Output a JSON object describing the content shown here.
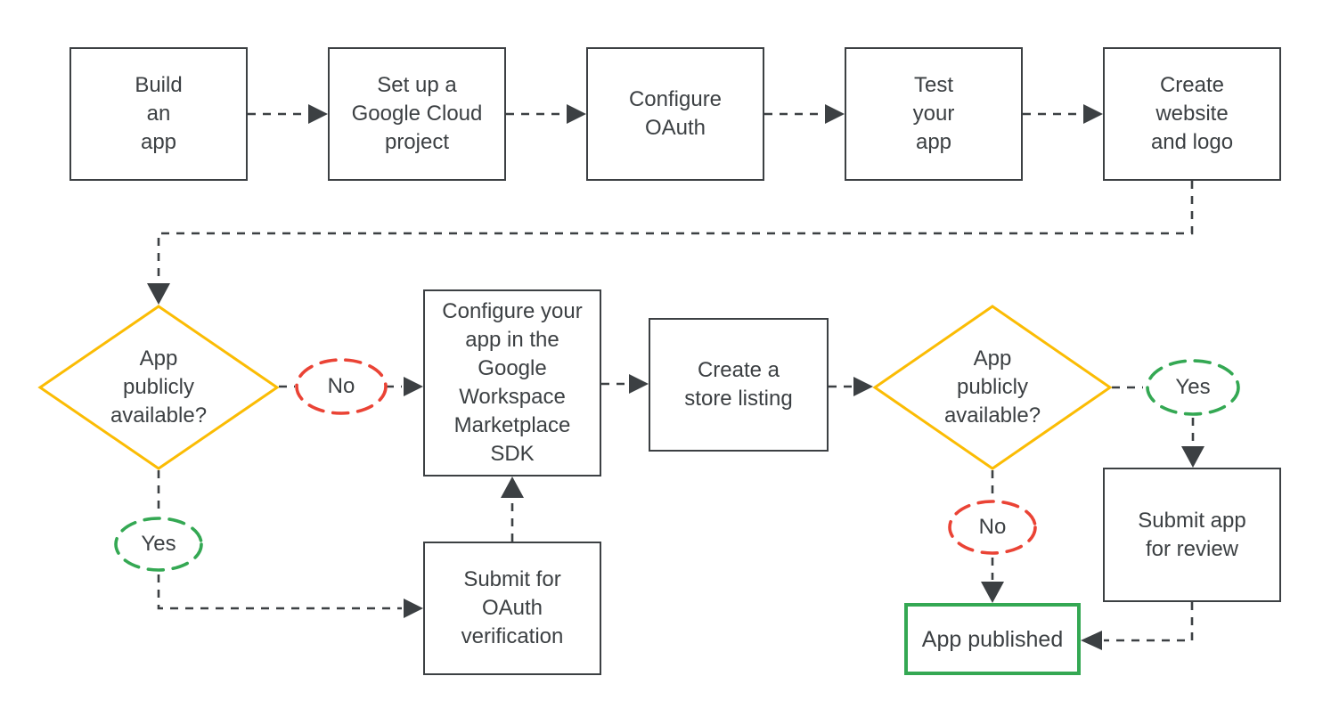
{
  "colors": {
    "ink": "#3c4043",
    "decision": "#fbbc04",
    "yes": "#34a853",
    "no": "#ea4335",
    "published": "#34a853",
    "bg": "#ffffff"
  },
  "nodes": {
    "build_app": {
      "label": "Build\nan\napp"
    },
    "setup_project": {
      "label": "Set up a\nGoogle Cloud\nproject"
    },
    "configure_oauth": {
      "label": "Configure\nOAuth"
    },
    "test_app": {
      "label": "Test\nyour\napp"
    },
    "create_website": {
      "label": "Create\nwebsite\nand logo"
    },
    "decision_public_1": {
      "label": "App\npublicly\navailable?"
    },
    "no_1": {
      "label": "No"
    },
    "yes_1": {
      "label": "Yes"
    },
    "configure_sdk": {
      "label": "Configure your\napp in the\nGoogle\nWorkspace\nMarketplace\nSDK"
    },
    "submit_oauth": {
      "label": "Submit for\nOAuth\nverification"
    },
    "store_listing": {
      "label": "Create a\nstore listing"
    },
    "decision_public_2": {
      "label": "App\npublicly\navailable?"
    },
    "yes_2": {
      "label": "Yes"
    },
    "no_2": {
      "label": "No"
    },
    "submit_review": {
      "label": "Submit app\nfor review"
    },
    "app_published": {
      "label": "App published"
    }
  }
}
